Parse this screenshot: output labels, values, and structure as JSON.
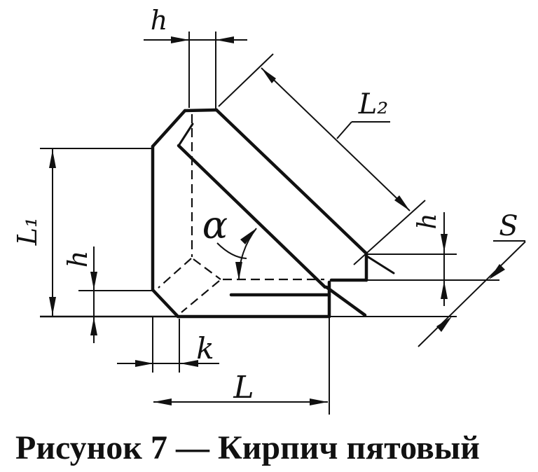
{
  "diagram": {
    "type": "technical-drawing",
    "subject": "skewback refractory brick",
    "caption": "Рисунок 7 — Кирпич пятовый",
    "labels": {
      "h_top": "h",
      "l1": "L₁",
      "h_left": "h",
      "alpha": "α",
      "k": "k",
      "l": "L",
      "l2": "L₂",
      "h_right": "h",
      "s": "S"
    },
    "colors": {
      "ink": "#111111",
      "background": "#ffffff"
    }
  }
}
